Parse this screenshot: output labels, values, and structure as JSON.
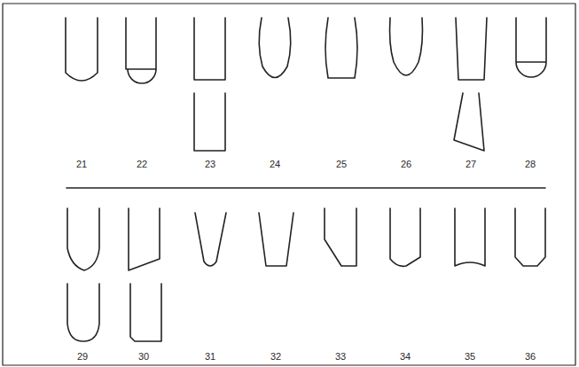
{
  "diagram": {
    "labels": [
      "21",
      "22",
      "23",
      "24",
      "25",
      "26",
      "27",
      "28",
      "29",
      "30",
      "31",
      "32",
      "33",
      "34",
      "35",
      "36"
    ]
  }
}
